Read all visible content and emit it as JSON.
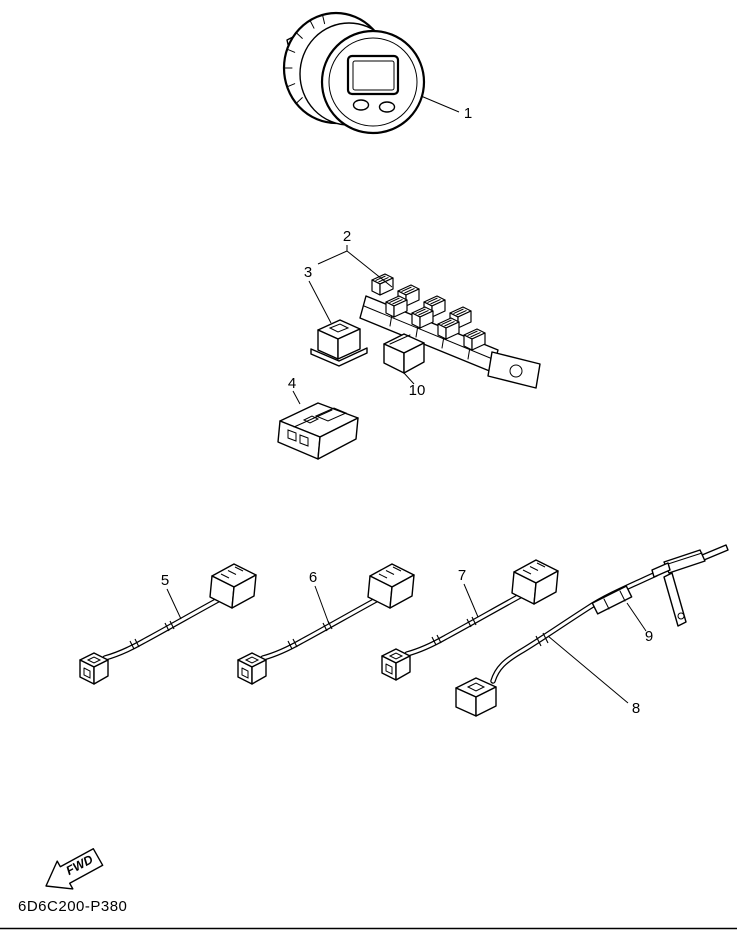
{
  "footer": {
    "drawing_code": "6D6C200-P380"
  },
  "orientation": {
    "label": "FWD"
  },
  "callouts": {
    "c1": "1",
    "c2": "2",
    "c3": "3",
    "c4": "4",
    "c5": "5",
    "c6": "6",
    "c7": "7",
    "c8": "8",
    "c9": "9",
    "c10": "10"
  },
  "colors": {
    "line": "#000000",
    "background": "#ffffff"
  }
}
